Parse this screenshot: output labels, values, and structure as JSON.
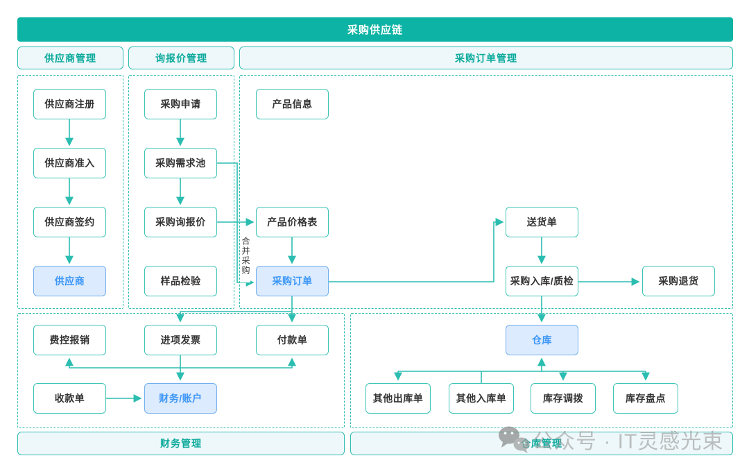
{
  "title": "采购供应链",
  "sections": {
    "supplier": {
      "label": "供应商管理"
    },
    "inquiry": {
      "label": "询报价管理"
    },
    "purchase_order": {
      "label": "采购订单管理"
    },
    "finance": {
      "label": "财务管理"
    },
    "warehouse": {
      "label": "仓库管理"
    }
  },
  "nodes": {
    "supplier_register": {
      "label": "供应商注册",
      "type": "normal"
    },
    "supplier_access": {
      "label": "供应商准入",
      "type": "normal"
    },
    "supplier_sign": {
      "label": "供应商签约",
      "type": "normal"
    },
    "supplier": {
      "label": "供应商",
      "type": "highlight-blue"
    },
    "purchase_request": {
      "label": "采购申请",
      "type": "normal"
    },
    "demand_pool": {
      "label": "采购需求池",
      "type": "normal"
    },
    "purchase_inquiry": {
      "label": "采购询报价",
      "type": "normal"
    },
    "sample_inspection": {
      "label": "样品检验",
      "type": "normal"
    },
    "product_info": {
      "label": "产品信息",
      "type": "normal"
    },
    "product_price_list": {
      "label": "产品价格表",
      "type": "normal"
    },
    "purchase_order": {
      "label": "采购订单",
      "type": "highlight-blue"
    },
    "delivery_note": {
      "label": "送货单",
      "type": "normal"
    },
    "purchase_inbound_qc": {
      "label": "采购入库/质检",
      "type": "normal"
    },
    "purchase_return": {
      "label": "采购退货",
      "type": "normal"
    },
    "expense_reimbursement": {
      "label": "费控报销",
      "type": "normal"
    },
    "input_invoice": {
      "label": "进项发票",
      "type": "normal"
    },
    "payment_note": {
      "label": "付款单",
      "type": "normal"
    },
    "receipt_note": {
      "label": "收款单",
      "type": "normal"
    },
    "finance_account": {
      "label": "财务/账户",
      "type": "highlight-blue"
    },
    "warehouse": {
      "label": "仓库",
      "type": "highlight-blue"
    },
    "other_outbound": {
      "label": "其他出库单",
      "type": "normal"
    },
    "other_inbound": {
      "label": "其他入库单",
      "type": "normal"
    },
    "inventory_transfer": {
      "label": "库存调拨",
      "type": "normal"
    },
    "inventory_check": {
      "label": "库存盘点",
      "type": "normal"
    }
  },
  "labels": {
    "merge_purchase": "合并采购"
  },
  "edges": [
    "供应商注册→供应商准入",
    "供应商准入→供应商签约",
    "供应商签约→供应商",
    "采购申请→采购需求池",
    "采购需求池→采购询报价",
    "采购需求池→采购订单(合并采购)",
    "采购询报价→产品价格表",
    "产品价格表→采购订单",
    "采购订单→送货单",
    "送货单→采购入库/质检",
    "采购入库/质检→采购退货",
    "采购入库/质检→仓库",
    "采购订单→进项发票",
    "采购订单→付款单",
    "进项发票→费控报销",
    "进项发票→付款单",
    "进项发票→财务/账户",
    "收款单→财务/账户",
    "其他入库单→仓库",
    "仓库→其他出库单",
    "仓库→库存调拨",
    "仓库→库存盘点"
  ],
  "watermark": {
    "icon": "wechat-icon",
    "text": "公众号 · IT灵感光束"
  },
  "colors": {
    "teal_fill": "#0db3a4",
    "teal_border": "#2ebdb0",
    "teal_text": "#0ba99b",
    "node_border": "#3cc4b6",
    "blue_fill": "#dcebfd",
    "blue_border": "#72aeee",
    "blue_text": "#3b96f7",
    "watermark_gray": "#9b9b9b"
  }
}
